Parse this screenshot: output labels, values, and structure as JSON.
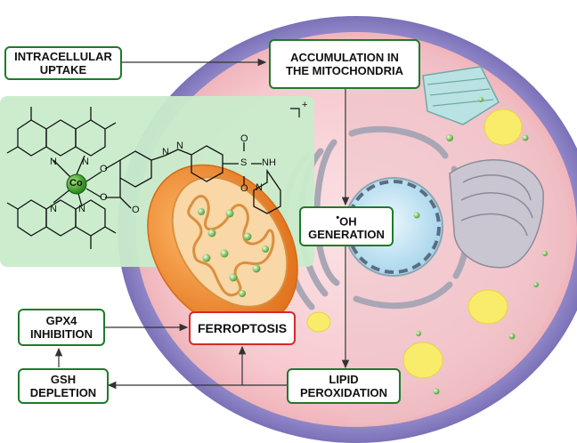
{
  "boxes": {
    "uptake": {
      "line1": "INTRACELLULAR",
      "line2": "UPTAKE"
    },
    "accumulation": {
      "line1": "ACCUMULATION IN",
      "line2": "THE MITOCHONDRIA"
    },
    "oh": {
      "radical": "•",
      "line1": "OH",
      "line2": "GENERATION"
    },
    "lipid": {
      "line1": "LIPID",
      "line2": "PEROXIDATION"
    },
    "gsh": {
      "line1": "GSH",
      "line2": "DEPLETION"
    },
    "gpx4": {
      "line1": "GPX4",
      "line2": "INHIBITION"
    },
    "ferroptosis": {
      "label": "FERROPTOSIS"
    }
  },
  "molecule": {
    "charge": "+",
    "metal": "Co",
    "atoms": {
      "o1": "O",
      "o2": "O",
      "o3": "O",
      "n_azo1": "N",
      "n_azo2": "N",
      "s": "S",
      "o_s1": "O",
      "o_s2": "O",
      "nh": "NH",
      "n_pyr": "N",
      "n1": "N",
      "n2": "N",
      "n3": "N",
      "n4": "N"
    }
  },
  "colors": {
    "box_border": "#1e7a2a",
    "ferroptosis_border": "#d42a2a",
    "cell_outer": "#8f86c9",
    "cell_inner": "#f6c4cc",
    "molecule_bg": "#c8eccb",
    "mitochondrion": "#f08a2a",
    "nucleus": "#c9e8f5"
  }
}
